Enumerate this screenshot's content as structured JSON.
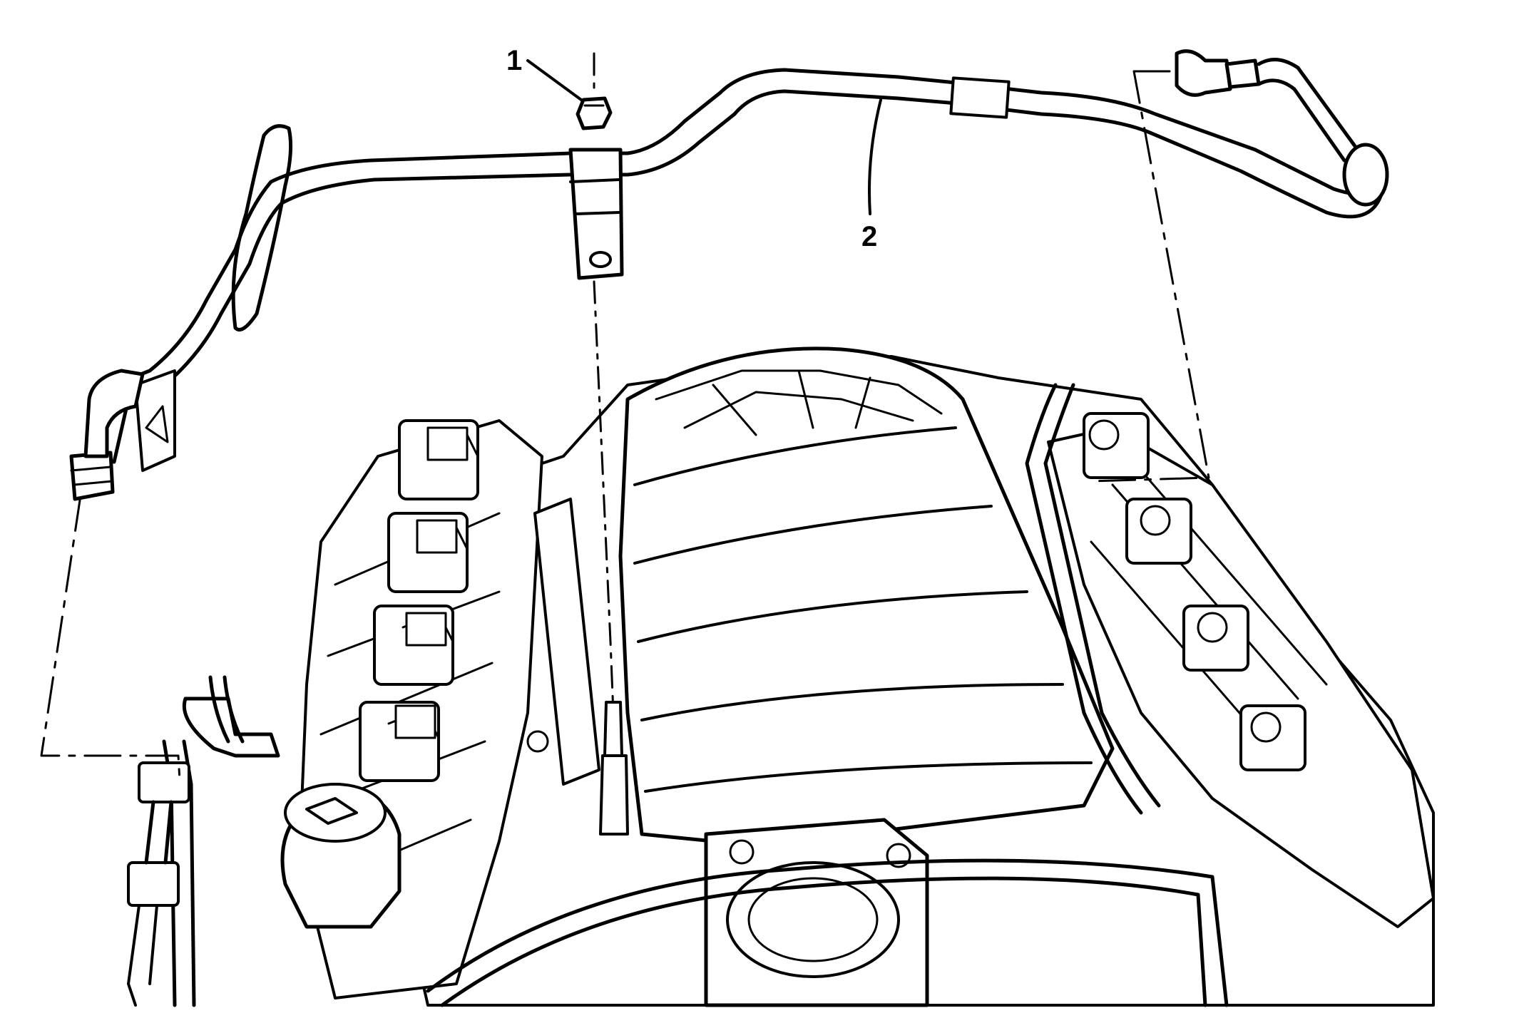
{
  "diagram": {
    "callouts": [
      {
        "id": "1",
        "label": "1"
      },
      {
        "id": "2",
        "label": "2"
      }
    ],
    "colors": {
      "ink": "#000000",
      "paper": "#ffffff"
    }
  }
}
